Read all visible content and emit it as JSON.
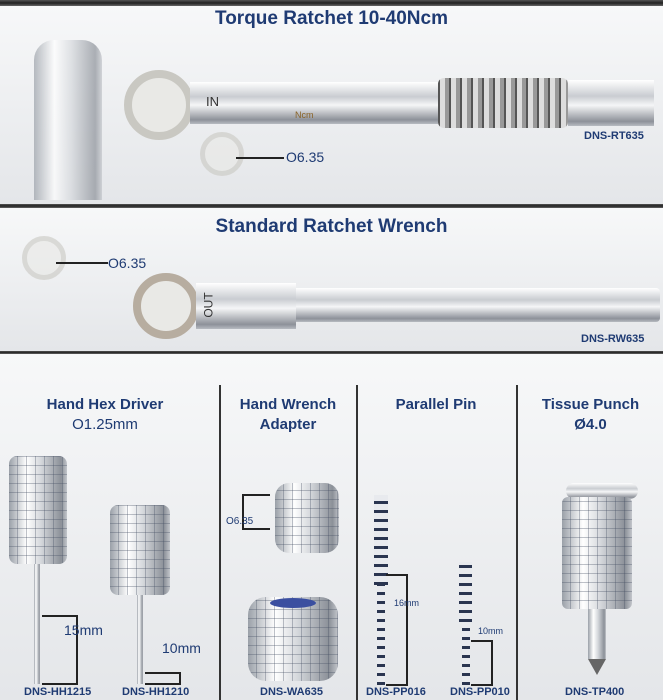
{
  "torque_ratchet": {
    "title": "Torque Ratchet 10-40Ncm",
    "code": "DNS-RT635",
    "dimension": "O6.35",
    "marking_in": "IN",
    "marking_ncm": "Ncm"
  },
  "standard_ratchet": {
    "title": "Standard Ratchet Wrench",
    "code": "DNS-RW635",
    "dimension": "O6.35",
    "marking_out": "OUT"
  },
  "hand_hex_driver": {
    "title": "Hand Hex Driver",
    "subtitle": "O1.25mm",
    "items": [
      {
        "code": "DNS-HH1215",
        "length": "15mm"
      },
      {
        "code": "DNS-HH1210",
        "length": "10mm"
      }
    ]
  },
  "hand_wrench_adapter": {
    "title_line1": "Hand Wrench",
    "title_line2": "Adapter",
    "dimension": "O6.35",
    "code": "DNS-WA635"
  },
  "parallel_pin": {
    "title": "Parallel Pin",
    "items": [
      {
        "code": "DNS-PP016",
        "length": "16mm"
      },
      {
        "code": "DNS-PP010",
        "length": "10mm"
      }
    ]
  },
  "tissue_punch": {
    "title": "Tissue Punch",
    "subtitle": "Ø4.0",
    "code": "DNS-TP400"
  }
}
